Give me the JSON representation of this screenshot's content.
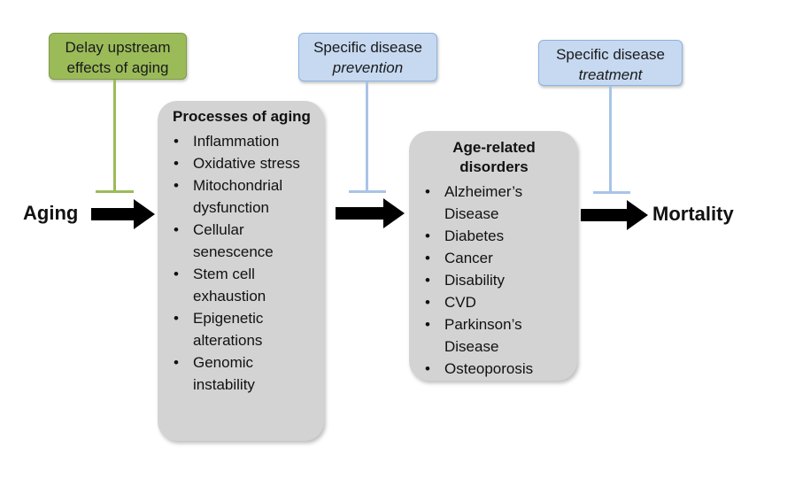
{
  "interventions": {
    "upstream": {
      "line1": "Delay upstream",
      "line2": "effects of aging",
      "color": "#9bbb59"
    },
    "prevention": {
      "line1": "Specific disease",
      "line2": "prevention",
      "color": "#c6d9f1"
    },
    "treatment": {
      "line1": "Specific disease",
      "line2": "treatment",
      "color": "#c6d9f1"
    }
  },
  "labels": {
    "start": "Aging",
    "end": "Mortality"
  },
  "processes": {
    "title": "Processes of aging",
    "items": [
      "Inflammation",
      "Oxidative stress",
      "Mitochondrial dysfunction",
      "Cellular senescence",
      "Stem cell exhaustion",
      "Epigenetic alterations",
      "Genomic instability"
    ]
  },
  "disorders": {
    "title": "Age-related disorders",
    "items": [
      "Alzheimer’s Disease",
      "Diabetes",
      "Cancer",
      "Disability",
      "CVD",
      "Parkinson’s Disease",
      "Osteoporosis"
    ]
  },
  "bullet": "•"
}
